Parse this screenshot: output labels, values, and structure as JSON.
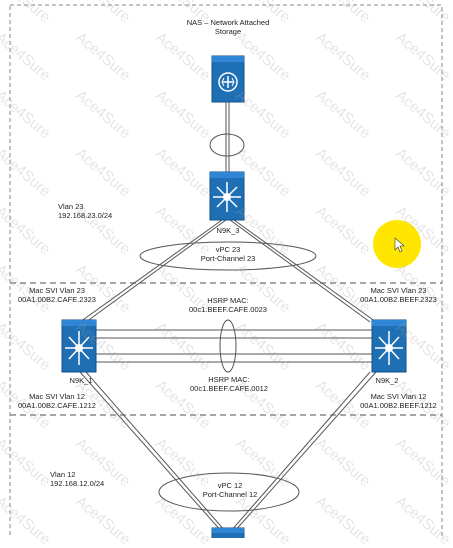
{
  "nas": {
    "title_line1": "NAS – Network Attached",
    "title_line2": "Storage"
  },
  "switches": {
    "n9k3": "N9K_3",
    "n9k1": "N9K_1",
    "n9k2": "N9K_2"
  },
  "vlan23": {
    "line1": "Vlan 23",
    "line2": "192.168.23.0/24"
  },
  "vlan12": {
    "line1": "Vlan 12",
    "line2": "192.168.12.0/24"
  },
  "vpc23": {
    "line1": "vPC 23",
    "line2": "Port-Channel 23"
  },
  "vpc12": {
    "line1": "vPC 12",
    "line2": "Port-Channel 12"
  },
  "n9k1_mac_vlan23": {
    "line1": "Mac SVI Vlan 23",
    "line2": "00A1.00B2.CAFE.2323"
  },
  "n9k2_mac_vlan23": {
    "line1": "Mac SVI Vlan 23",
    "line2": "00A1.00B2.BEEF.2323"
  },
  "n9k1_mac_vlan12": {
    "line1": "Mac SVI Vlan 12",
    "line2": "00A1.00B2.CAFE.1212"
  },
  "n9k2_mac_vlan12": {
    "line1": "Mac SVI Vlan 12",
    "line2": "00A1.00B2.BEEF.1212"
  },
  "hsrp23": {
    "line1": "HSRP MAC:",
    "line2": "00c1.BEEF.CAFE.0023"
  },
  "hsrp12": {
    "line1": "HSRP MAC:",
    "line2": "00c1.BEEF.CAFE.0012"
  },
  "watermark_text": "Ace4Sure",
  "colors": {
    "device_fill": "#1f6fb5",
    "device_dark": "#164f86",
    "line": "#555555",
    "dashed": "#888888",
    "highlight": "#ffe600"
  }
}
